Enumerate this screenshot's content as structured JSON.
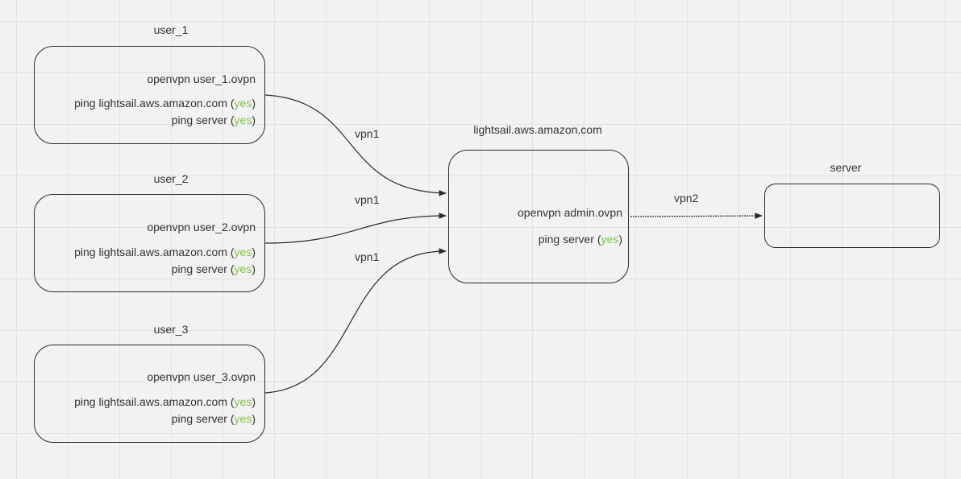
{
  "users": [
    {
      "title": "user_1",
      "cmd": "openvpn  user_1.ovpn",
      "ping1": "ping  lightsail.aws.amazon.com (",
      "ping2": "ping  server (",
      "ok": "yes",
      "close": ")"
    },
    {
      "title": "user_2",
      "cmd": "openvpn  user_2.ovpn",
      "ping1": "ping  lightsail.aws.amazon.com (",
      "ping2": "ping server (",
      "ok": "yes",
      "close": ")"
    },
    {
      "title": "user_3",
      "cmd": "openvpn  user_3.ovpn",
      "ping1": "ping  lightsail.aws.amazon.com (",
      "ping2": "ping  server (",
      "ok": "yes",
      "close": ")"
    }
  ],
  "hub": {
    "title": "lightsail.aws.amazon.com",
    "cmd": "openvpn  admin.ovpn",
    "ping": "ping  server (",
    "ok": "yes",
    "close": ")"
  },
  "server": {
    "title": "server"
  },
  "edges": {
    "vpn1_a": "vpn1",
    "vpn1_b": "vpn1",
    "vpn1_c": "vpn1",
    "vpn2": "vpn2"
  },
  "colors": {
    "stroke": "#2b2b2b",
    "ok": "#7cc444",
    "grid": "#e2e2e2"
  }
}
